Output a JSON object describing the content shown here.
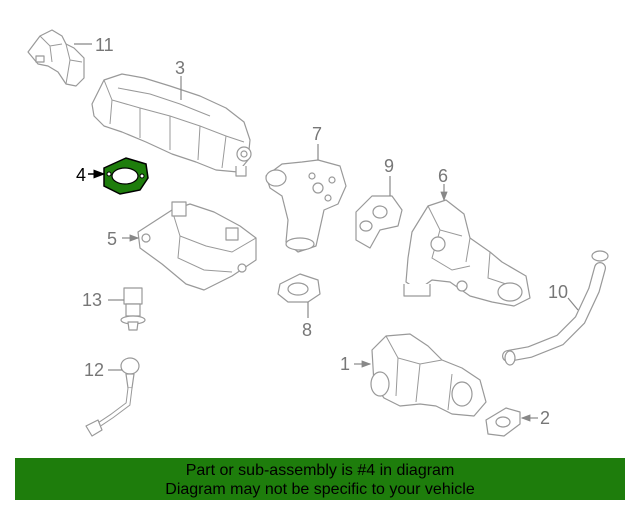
{
  "diagram": {
    "callouts": {
      "n1": "1",
      "n2": "2",
      "n3": "3",
      "n4": "4",
      "n5": "5",
      "n6": "6",
      "n7": "7",
      "n8": "8",
      "n9": "9",
      "n10": "10",
      "n11": "11",
      "n12": "12",
      "n13": "13"
    },
    "highlight_color": "#1e7d0c"
  },
  "footer": {
    "line1": "Part or sub-assembly is #4 in diagram",
    "line2": "Diagram may not be specific to your vehicle",
    "background": "#1e7d0c"
  }
}
